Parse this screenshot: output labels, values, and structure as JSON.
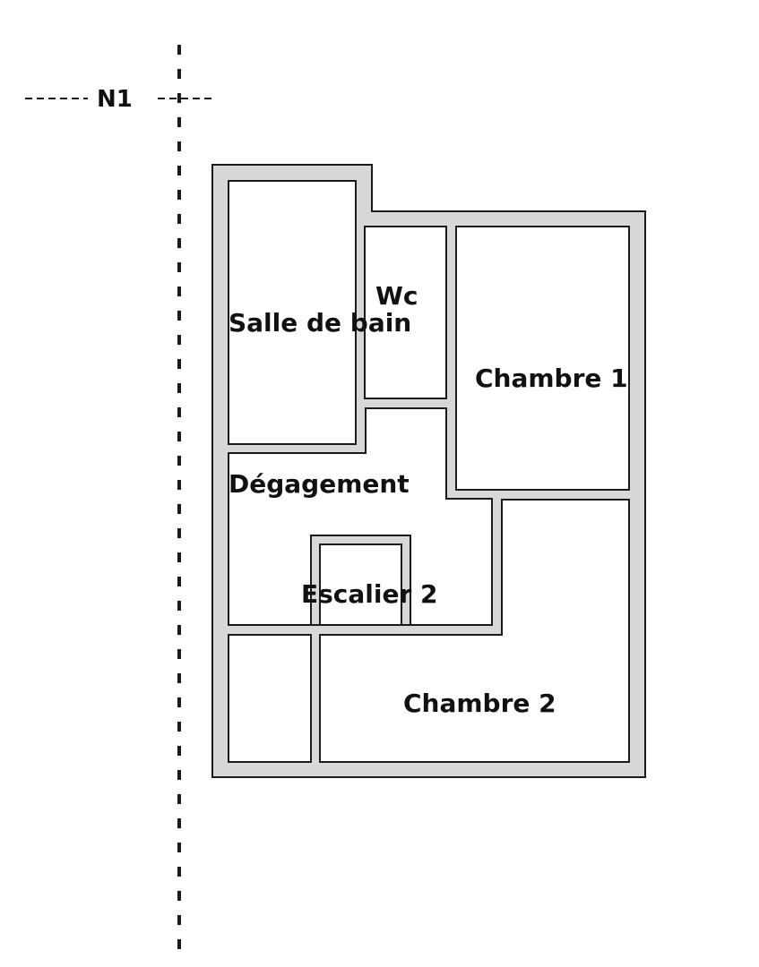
{
  "level": {
    "label": "N1"
  },
  "rooms": {
    "salle_de_bain": "Salle de bain",
    "wc": "Wc",
    "chambre_1": "Chambre 1",
    "degagement": "Dégagement",
    "escalier_2": "Escalier 2",
    "chambre_2": "Chambre 2"
  },
  "colors": {
    "wall_fill": "#d8d8d8",
    "line": "#1a1a1a",
    "room_fill": "#ffffff"
  }
}
